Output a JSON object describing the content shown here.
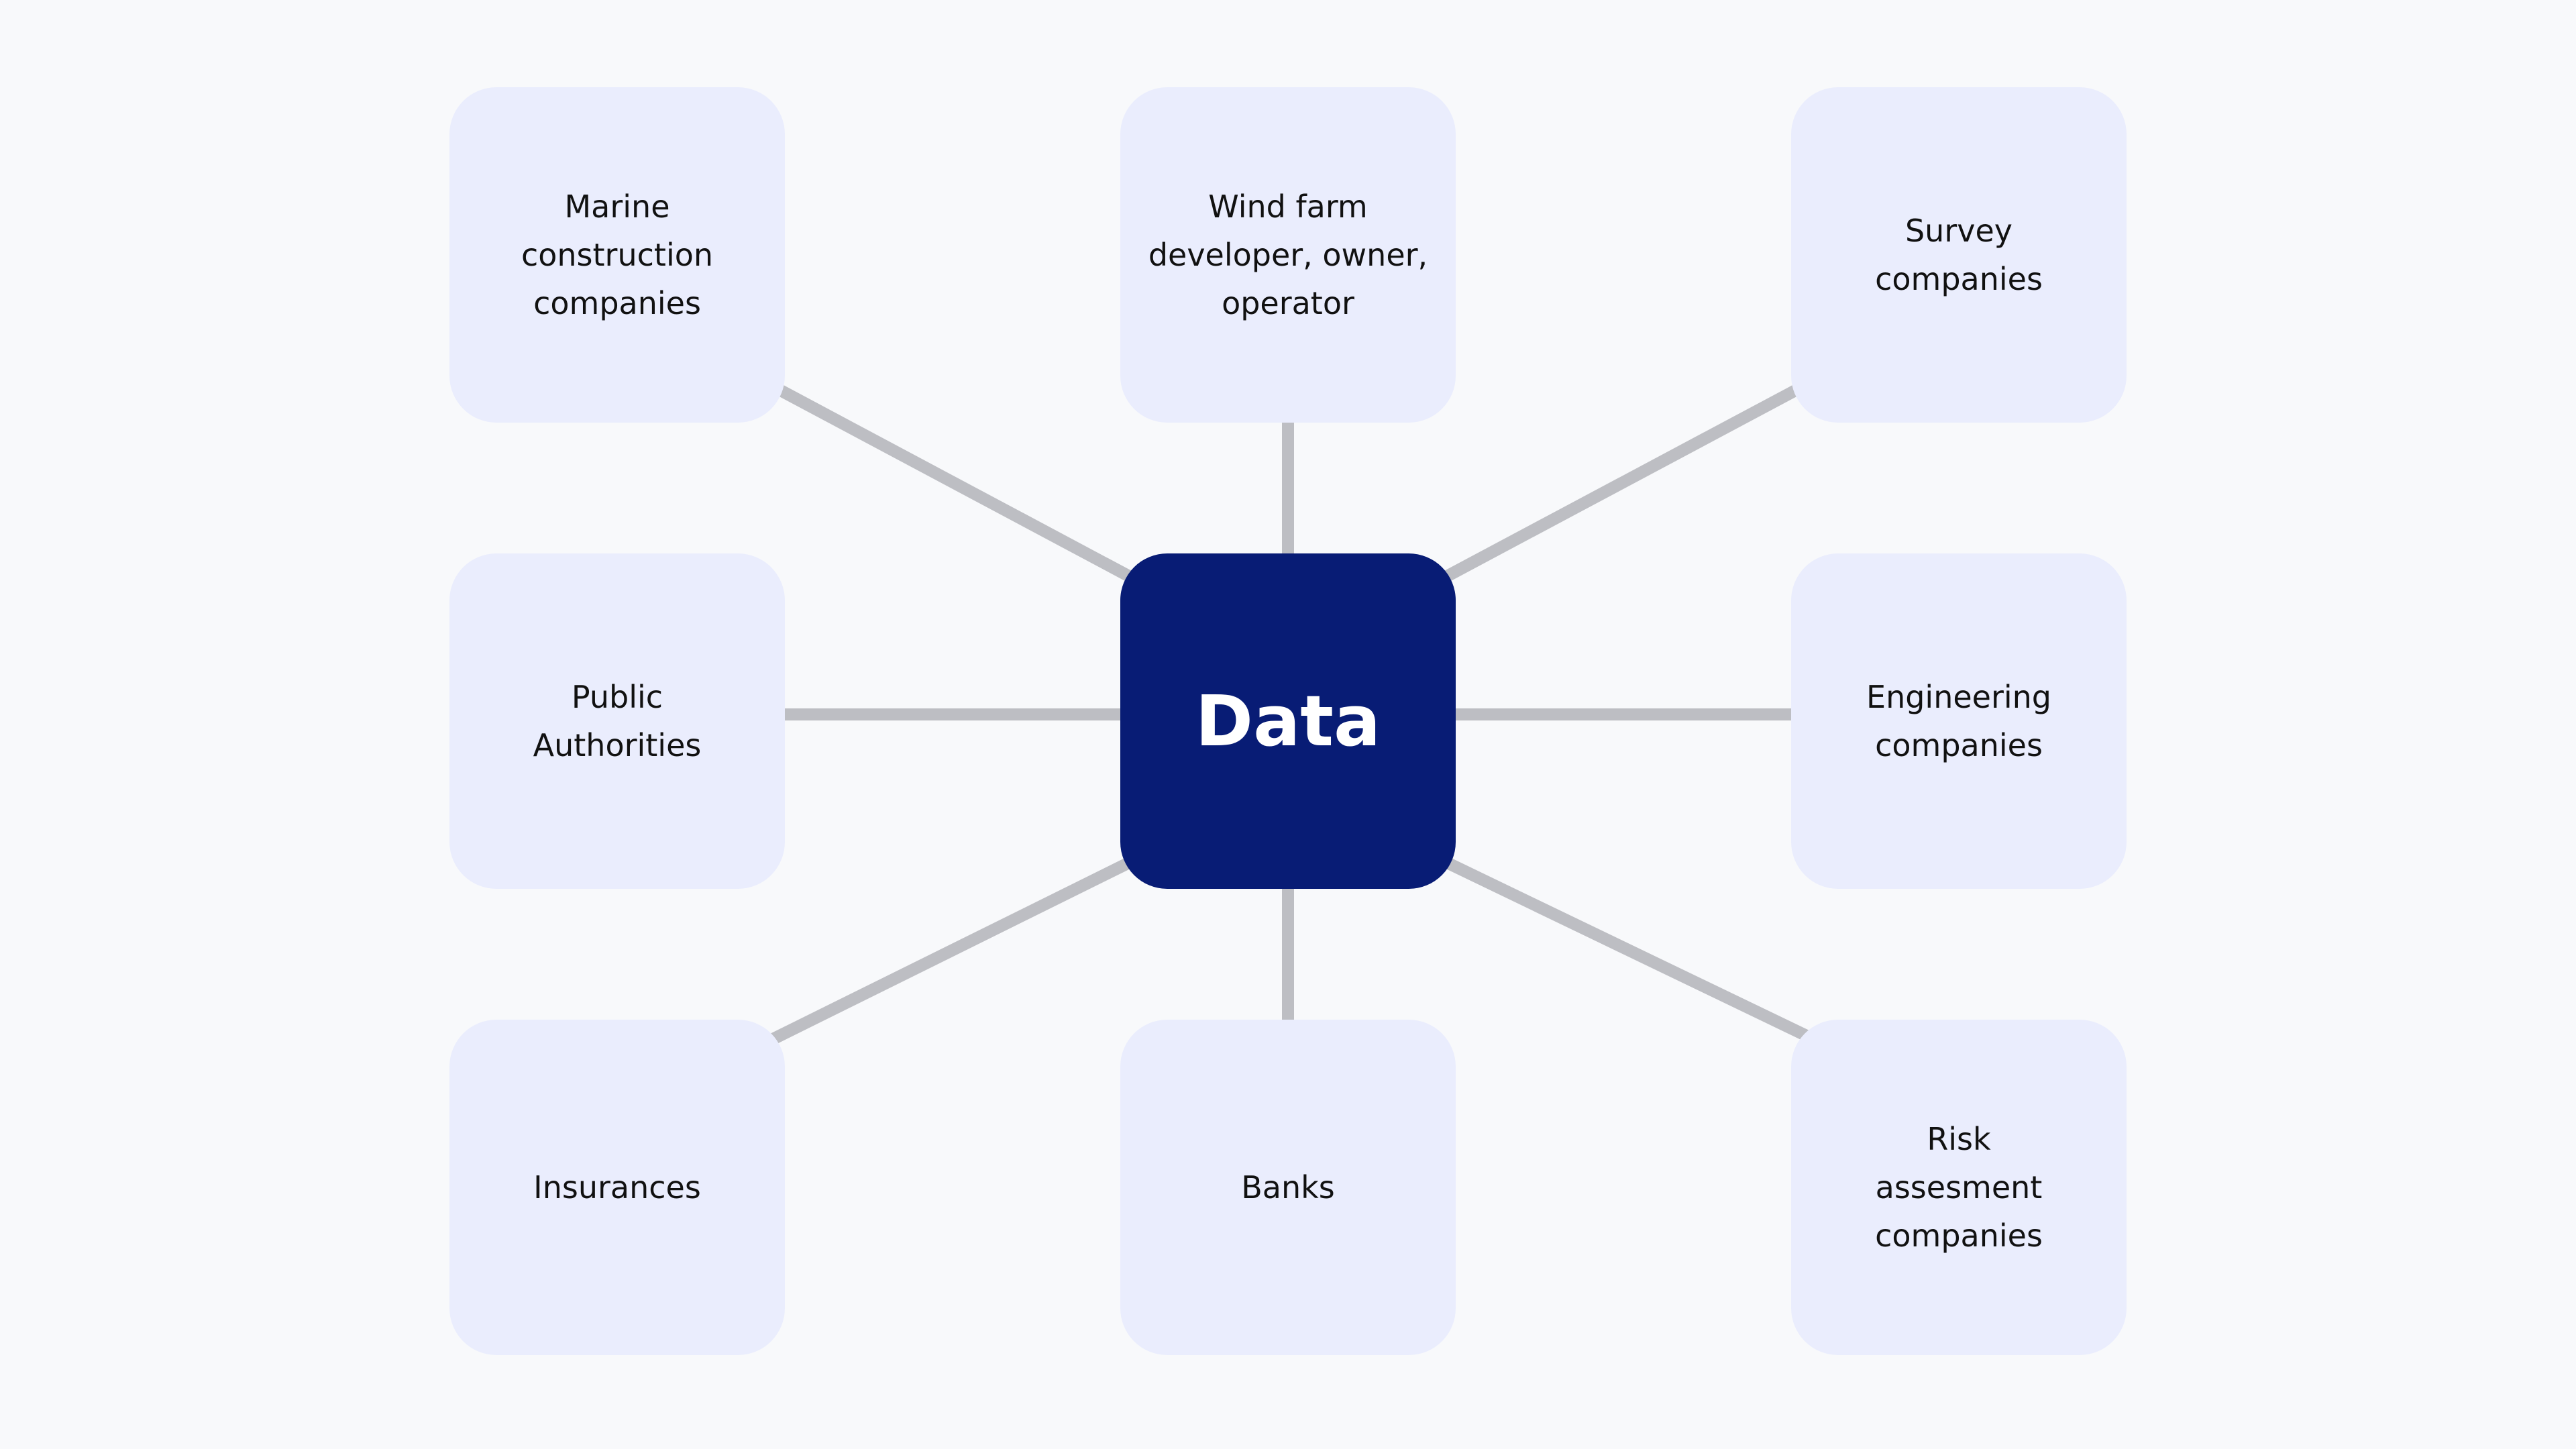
{
  "hub": {
    "label": "Data"
  },
  "nodes": {
    "top_left": "Marine\nconstruction\ncompanies",
    "top_center": "Wind farm\ndeveloper, owner,\noperator",
    "top_right": "Survey\ncompanies",
    "middle_left": "Public\nAuthorities",
    "middle_right": "Engineering\ncompanies",
    "bottom_left": "Insurances",
    "bottom_center": "Banks",
    "bottom_right": "Risk\nassesment\ncompanies"
  },
  "colors": {
    "background": "#f8f9fb",
    "node_fill": "#eaedfd",
    "hub_fill": "#081c75",
    "connector": "#bdbec3"
  }
}
